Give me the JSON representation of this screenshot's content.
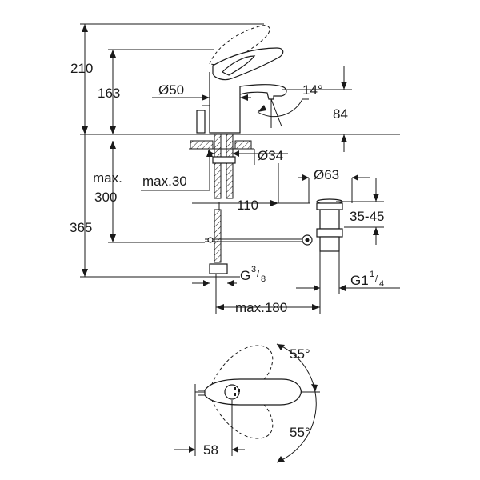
{
  "drawing": {
    "dimensions": {
      "total_height": "210",
      "spout_height": "163",
      "body_diameter": "Ø50",
      "spout_angle": "14°",
      "spout_reach": "84",
      "shank_diameter": "Ø34",
      "max_label": "max.",
      "max_height": "300",
      "max_thickness": "max.30",
      "waste_diameter": "Ø63",
      "waste_offset": "110",
      "waste_height": "35-45",
      "overall_height": "365",
      "supply_thread_main": "G",
      "supply_thread_num": "3",
      "supply_thread_den": "8",
      "waste_thread_main": "G1",
      "waste_thread_num": "1",
      "waste_thread_den": "4",
      "max_width": "max.180",
      "lever_angle_top": "55°",
      "lever_angle_bottom": "55°",
      "handle_offset": "58"
    }
  }
}
